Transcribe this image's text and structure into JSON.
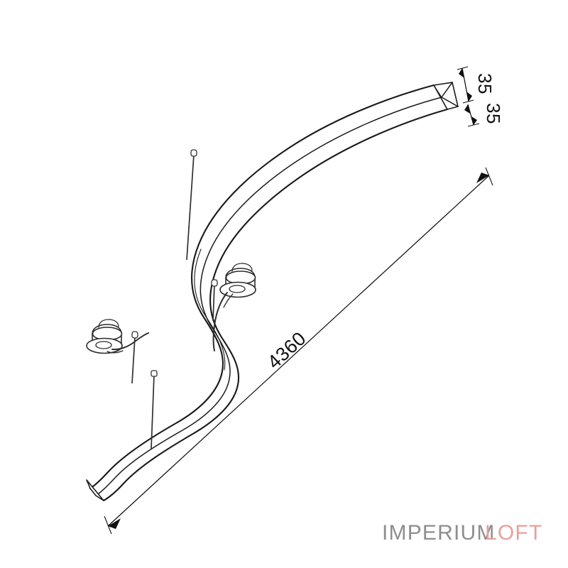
{
  "drawing": {
    "title": "Curved linear suspended light fixture technical drawing",
    "background_color": "#ffffff",
    "line_color": "#1a1a1a",
    "dimensions": {
      "length": {
        "value": "4360",
        "unit_implied": "mm",
        "label_name": "overall-length-dimension"
      },
      "profile_width": {
        "value": "35",
        "label_name": "profile-width-dimension"
      },
      "profile_height": {
        "value": "35",
        "label_name": "profile-height-dimension"
      }
    },
    "components": {
      "fixture_body_label": "curved serpentine luminaire body",
      "canopy_upper_label": "ceiling canopy upper",
      "canopy_lower_label": "ceiling canopy lower",
      "cable_upper_label": "suspension cable upper",
      "cable_lower_label": "suspension cable lower",
      "rod_left_label": "suspension rod left",
      "rod_right_label": "suspension rod right",
      "end_cap_label": "profile end cap"
    }
  },
  "branding": {
    "part_one": "IMPERIUM",
    "part_two": "LOFT",
    "color_one": "#8e8e8e",
    "color_two": "#e8a09c"
  }
}
